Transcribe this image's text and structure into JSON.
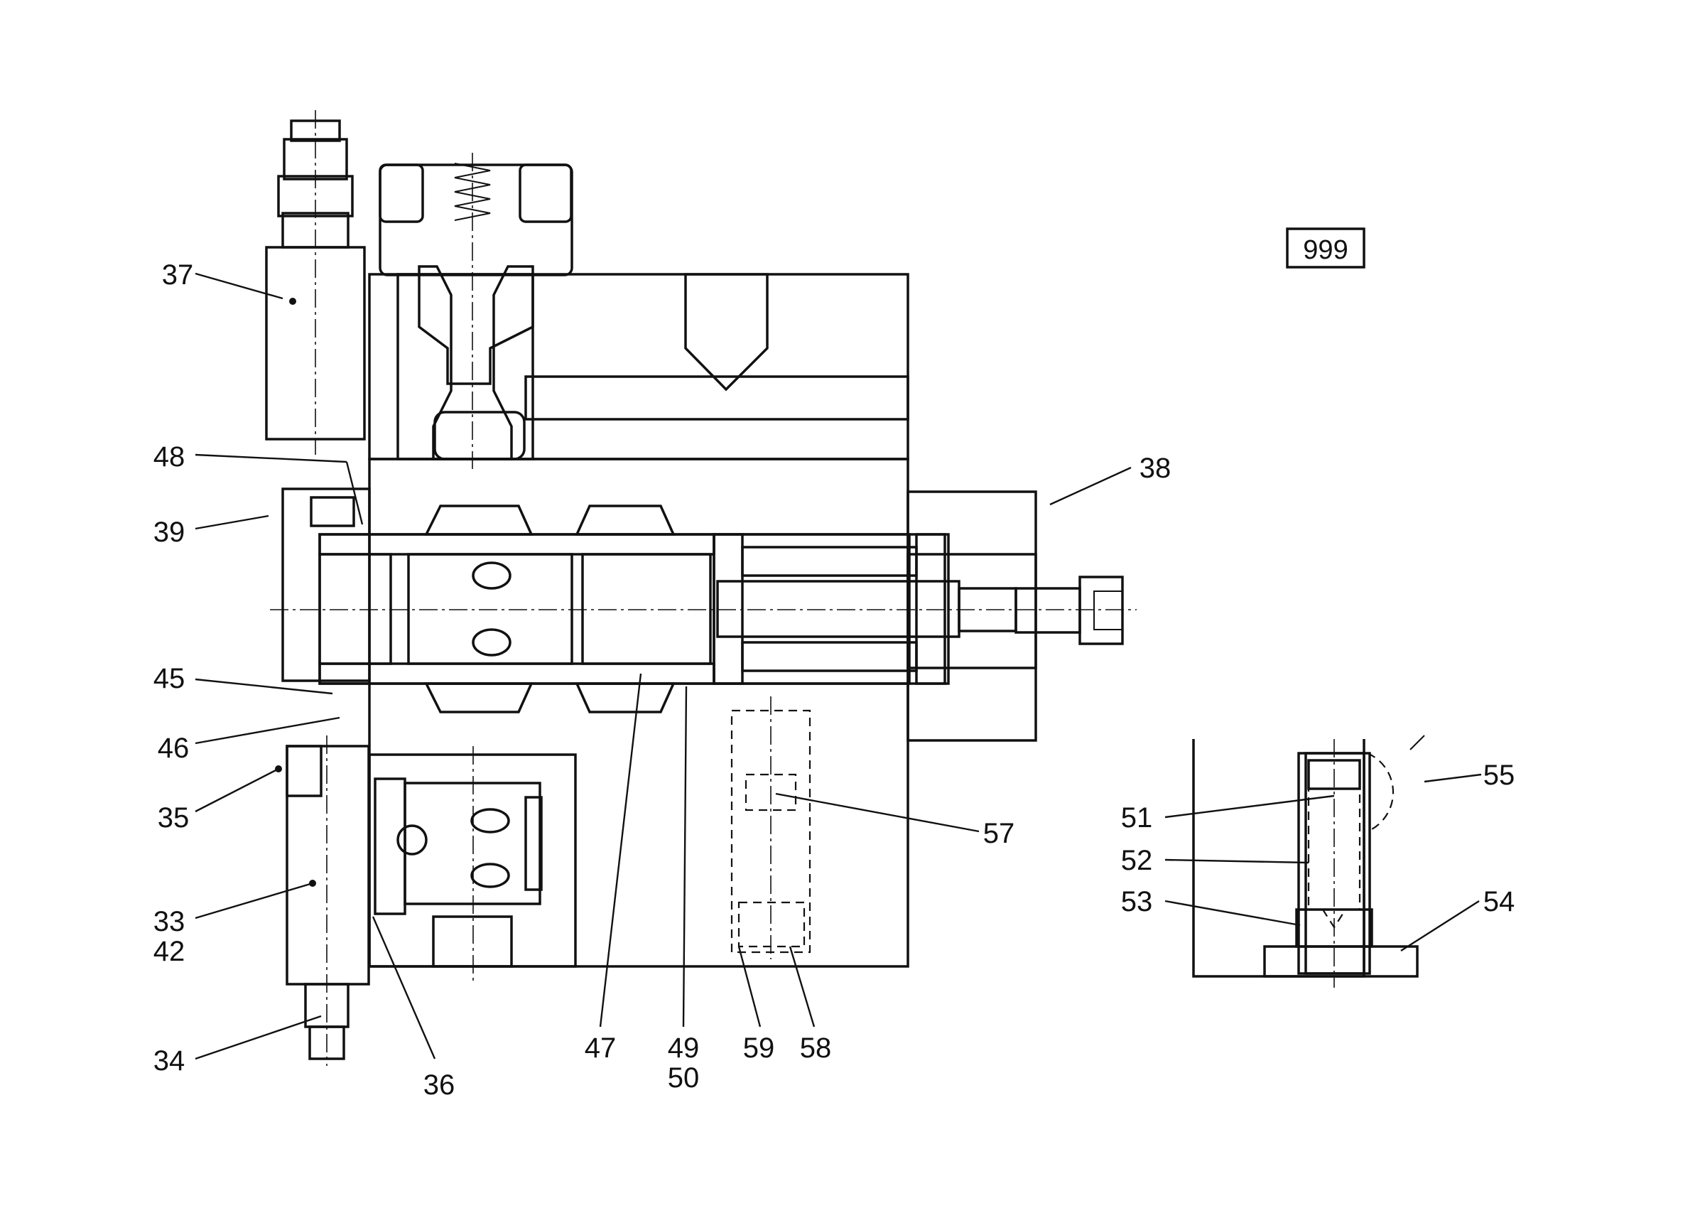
{
  "drawing_id": "999",
  "colors": {
    "ink": "#111111",
    "paper": "#ffffff"
  },
  "callouts": [
    {
      "key": "c37",
      "text": "37"
    },
    {
      "key": "c48",
      "text": "48"
    },
    {
      "key": "c39",
      "text": "39"
    },
    {
      "key": "c38",
      "text": "38"
    },
    {
      "key": "c45",
      "text": "45"
    },
    {
      "key": "c46",
      "text": "46"
    },
    {
      "key": "c35",
      "text": "35"
    },
    {
      "key": "c33",
      "text": "33"
    },
    {
      "key": "c42",
      "text": "42"
    },
    {
      "key": "c34",
      "text": "34"
    },
    {
      "key": "c36",
      "text": "36"
    },
    {
      "key": "c47",
      "text": "47"
    },
    {
      "key": "c49",
      "text": "49"
    },
    {
      "key": "c50",
      "text": "50"
    },
    {
      "key": "c59",
      "text": "59"
    },
    {
      "key": "c58",
      "text": "58"
    },
    {
      "key": "c57",
      "text": "57"
    },
    {
      "key": "c55",
      "text": "55"
    },
    {
      "key": "c51",
      "text": "51"
    },
    {
      "key": "c52",
      "text": "52"
    },
    {
      "key": "c53",
      "text": "53"
    },
    {
      "key": "c54",
      "text": "54"
    }
  ]
}
